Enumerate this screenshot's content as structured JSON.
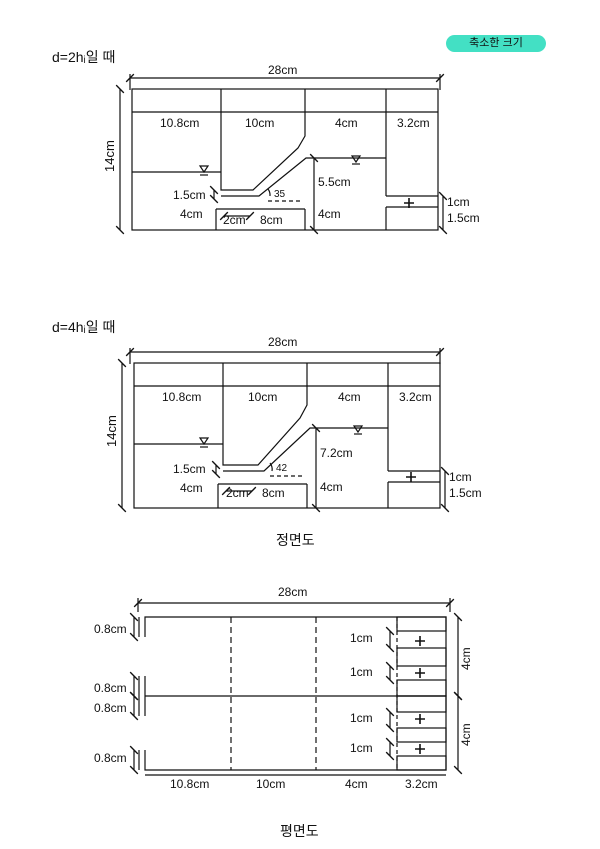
{
  "badge": "축소한 크기",
  "front1": {
    "title": "d=2hᵢ일 때",
    "overall_width": "28cm",
    "overall_height": "14cm",
    "widths": [
      "10.8cm",
      "10cm",
      "4cm",
      "3.2cm"
    ],
    "angle": "35",
    "left_step": "1.5cm",
    "left_low": "4cm",
    "bottom_a": "2cm",
    "bottom_b": "8cm",
    "mid_height": "5.5cm",
    "mid_low": "4cm",
    "right_a": "1cm",
    "right_b": "1.5cm"
  },
  "front2": {
    "title": "d=4hᵢ일 때",
    "overall_width": "28cm",
    "overall_height": "14cm",
    "widths": [
      "10.8cm",
      "10cm",
      "4cm",
      "3.2cm"
    ],
    "angle": "42",
    "left_step": "1.5cm",
    "left_low": "4cm",
    "bottom_a": "2cm",
    "bottom_b": "8cm",
    "mid_height": "7.2cm",
    "mid_low": "4cm",
    "right_a": "1cm",
    "right_b": "1.5cm"
  },
  "front_caption": "정면도",
  "plan": {
    "overall_width": "28cm",
    "left_dims": [
      "0.8cm",
      "0.8cm",
      "0.8cm",
      "0.8cm"
    ],
    "right_cm": [
      "1cm",
      "1cm",
      "1cm",
      "1cm"
    ],
    "right_height_a": "4cm",
    "right_height_b": "4cm",
    "widths": [
      "10.8cm",
      "10cm",
      "4cm",
      "3.2cm"
    ]
  },
  "plan_caption": "평면도"
}
